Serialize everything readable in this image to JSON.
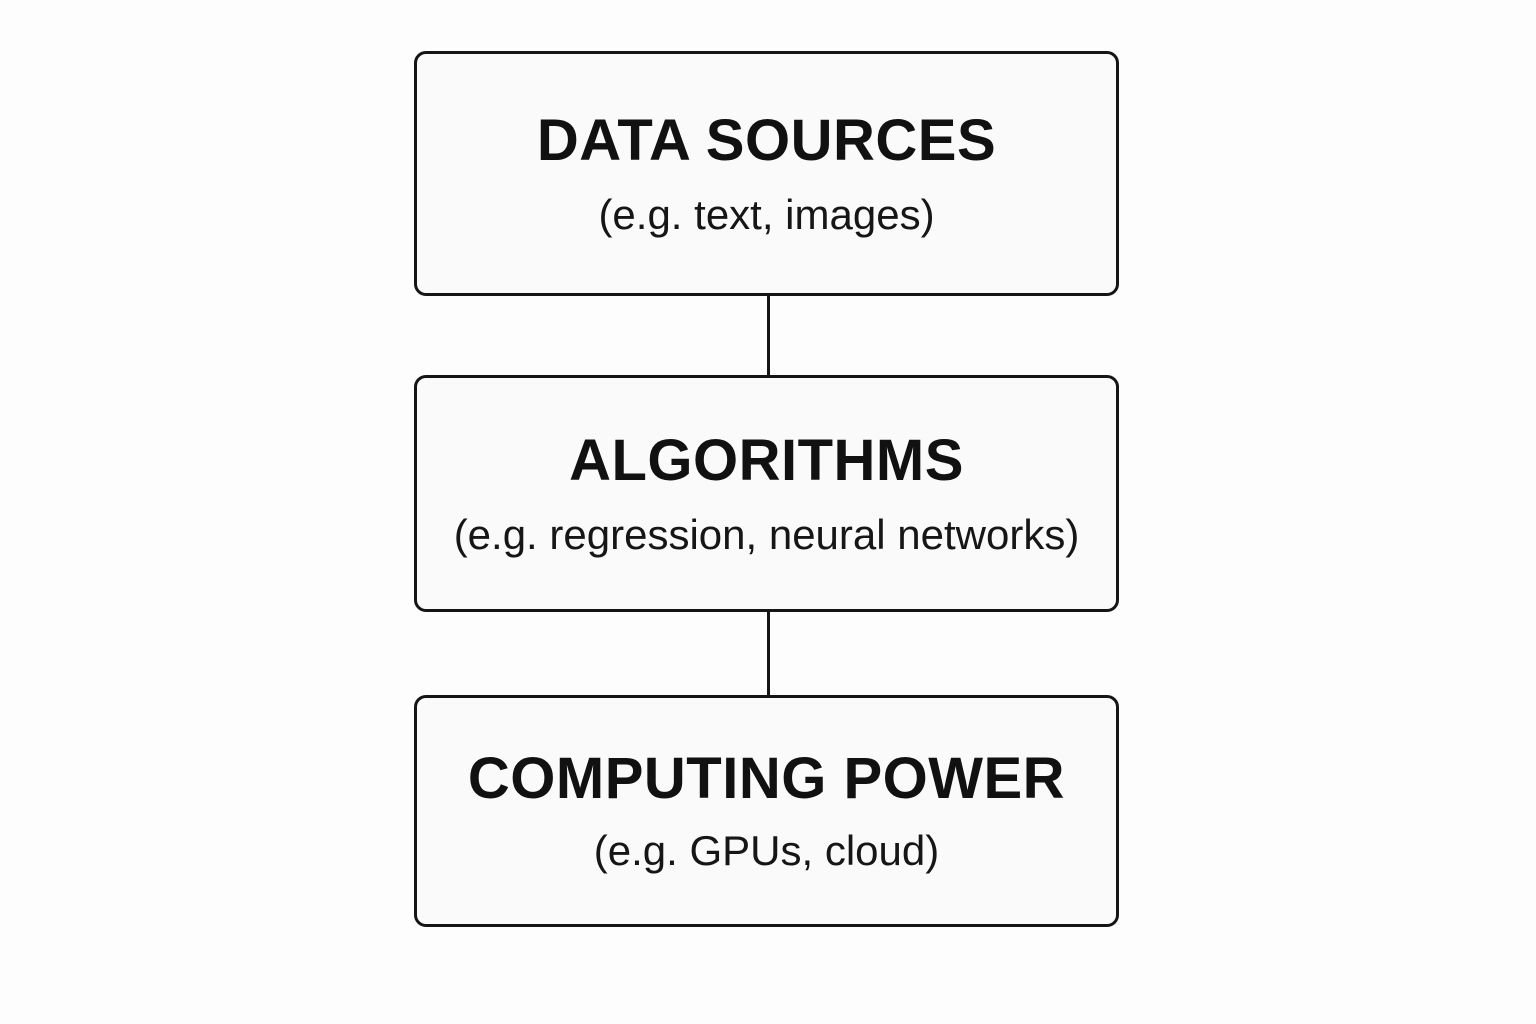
{
  "boxes": [
    {
      "title": "DATA SOURCES",
      "subtitle": "(e.g. text, images)"
    },
    {
      "title": "ALGORITHMS",
      "subtitle": "(e.g. regression, neural networks)"
    },
    {
      "title": "COMPUTING POWER",
      "subtitle": "(e.g. GPUs, cloud)"
    }
  ],
  "colors": {
    "background": "#fdfdfd",
    "box_fill": "#fafafa",
    "stroke": "#151515",
    "text": "#111111"
  }
}
